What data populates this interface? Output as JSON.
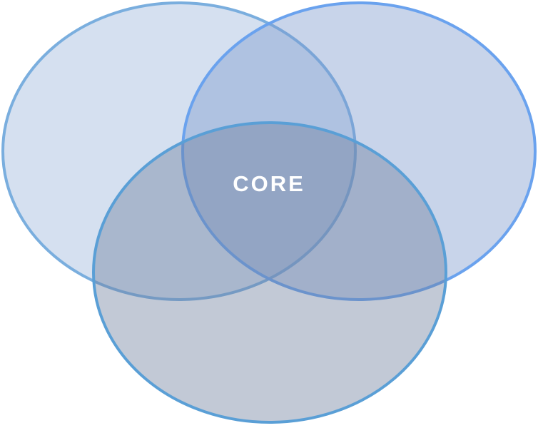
{
  "diagram": {
    "type": "venn",
    "center_label": "CORE",
    "circles": [
      {
        "id": "top-left",
        "fill": "#9AB5DC",
        "stroke": "#7AAEDE"
      },
      {
        "id": "top-right",
        "fill": "#7C98CC",
        "stroke": "#6AA2EE"
      },
      {
        "id": "bottom",
        "fill": "#6E7E9E",
        "stroke": "#5A9FD6"
      }
    ],
    "label_color": "#FFFFFF"
  }
}
